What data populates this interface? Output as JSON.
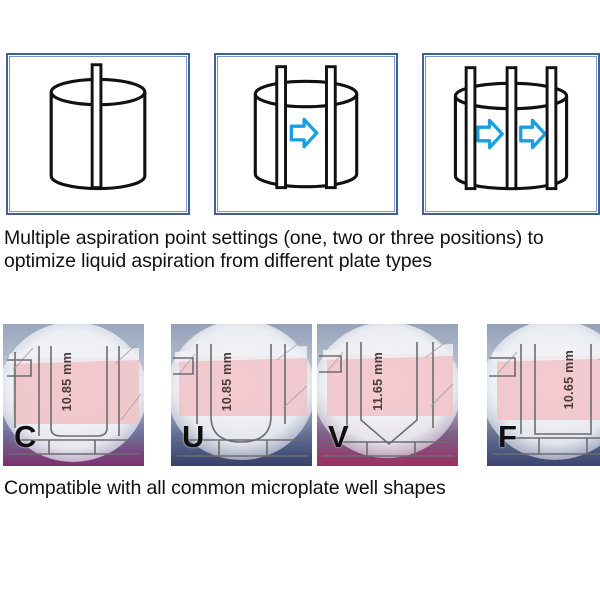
{
  "figure": {
    "top_section": {
      "panels": [
        {
          "id": "one",
          "name": "one-aspiration-point",
          "tip_count": 1,
          "arrow_count": 0,
          "alt": "Cylindrical microplate well with one aspiration tube centered"
        },
        {
          "id": "two",
          "name": "two-aspiration-points",
          "tip_count": 2,
          "arrow_count": 1,
          "alt": "Cylindrical microplate well with two aspiration tubes and one flow arrow"
        },
        {
          "id": "three",
          "name": "three-aspiration-points",
          "tip_count": 3,
          "arrow_count": 2,
          "alt": "Cylindrical microplate well with three aspiration tubes and two flow arrows"
        }
      ],
      "caption": "Multiple aspiration point settings (one, two or three positions) to optimize liquid aspiration from different plate types"
    },
    "bottom_section": {
      "wells": [
        {
          "id": "c",
          "letter": "C",
          "dimension": "10.85 mm",
          "shape_name": "c-bottom-well"
        },
        {
          "id": "u",
          "letter": "U",
          "dimension": "10.85 mm",
          "shape_name": "u-bottom-well"
        },
        {
          "id": "v",
          "letter": "V",
          "dimension": "11.65 mm",
          "shape_name": "v-bottom-well"
        },
        {
          "id": "f",
          "letter": "F",
          "dimension": "10.65 mm",
          "shape_name": "f-bottom-well"
        }
      ],
      "caption": "Compatible with all common microplate well shapes"
    },
    "colors": {
      "panel_border_outer": "#3f5f97",
      "panel_border_inner": "#7d97c4",
      "arrow": "#1a9fe0",
      "line_art": "#111111",
      "caption_text": "#111111",
      "well_background_pink": "#f2c9cd",
      "photo_corner_blue": "#8e9bb5",
      "photo_bottom_magenta": "#8e3a77"
    }
  }
}
